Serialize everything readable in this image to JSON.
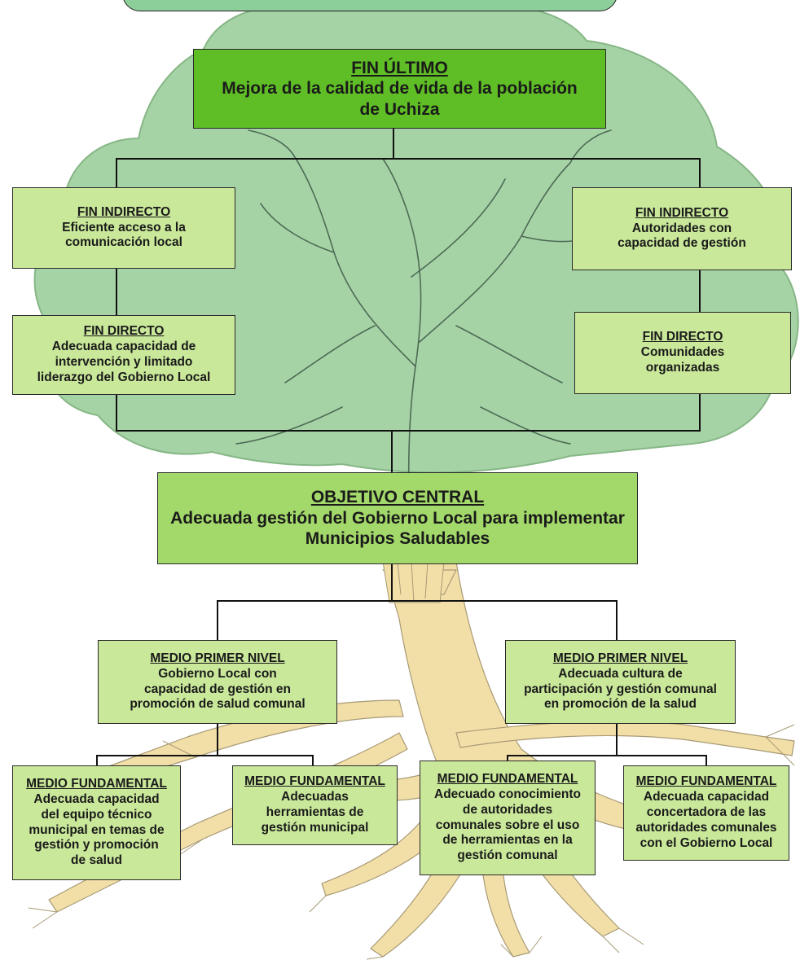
{
  "colors": {
    "canopy": "#a6d3a6",
    "canopy_dark": "#86b686",
    "branch": "#4d6b54",
    "root": "#f2dfa8",
    "root_stroke": "#a89a76",
    "fin_ultimo_fill": "#5fbe25",
    "objetivo_fill": "#a3d96a",
    "box_fill": "#c9e89a",
    "connector": "#111111",
    "banner_fill": "#8dcf9a"
  },
  "fin_ultimo": {
    "title": "FIN ÚLTIMO",
    "text": "Mejora de la calidad de vida de la población\nde Uchiza"
  },
  "fin_indirecto_left": {
    "title": "FIN INDIRECTO",
    "text": "Eficiente acceso a la\ncomunicación local"
  },
  "fin_indirecto_right": {
    "title": "FIN INDIRECTO",
    "text": "Autoridades con\ncapacidad de gestión"
  },
  "fin_directo_left": {
    "title": "FIN DIRECTO",
    "text": "Adecuada capacidad de\nintervención y limitado\nliderazgo del Gobierno Local"
  },
  "fin_directo_right": {
    "title": "FIN DIRECTO",
    "text": "Comunidades\norganizadas"
  },
  "objetivo_central": {
    "title": "OBJETIVO CENTRAL",
    "text": "Adecuada gestión del Gobierno Local para implementar\nMunicipios Saludables"
  },
  "medio_primer_left": {
    "title": "MEDIO PRIMER NIVEL",
    "text": "Gobierno Local con\ncapacidad de gestión  en\npromoción de salud comunal"
  },
  "medio_primer_right": {
    "title": "MEDIO PRIMER NIVEL",
    "text": "Adecuada cultura de\nparticipación y gestión comunal\nen promoción de la salud"
  },
  "medio_fundamental": [
    {
      "title": "MEDIO FUNDAMENTAL",
      "text": "Adecuada capacidad\ndel equipo técnico\nmunicipal en temas de\ngestión y promoción\nde salud"
    },
    {
      "title": "MEDIO FUNDAMENTAL",
      "text": "Adecuadas\nherramientas de\ngestión municipal"
    },
    {
      "title": "MEDIO FUNDAMENTAL",
      "text": "Adecuado conocimiento\nde autoridades\ncomunales sobre el uso\nde herramientas en la\ngestión comunal"
    },
    {
      "title": "MEDIO FUNDAMENTAL",
      "text": "Adecuada capacidad\nconcertadora de las\nautoridades comunales\ncon el Gobierno Local"
    }
  ]
}
